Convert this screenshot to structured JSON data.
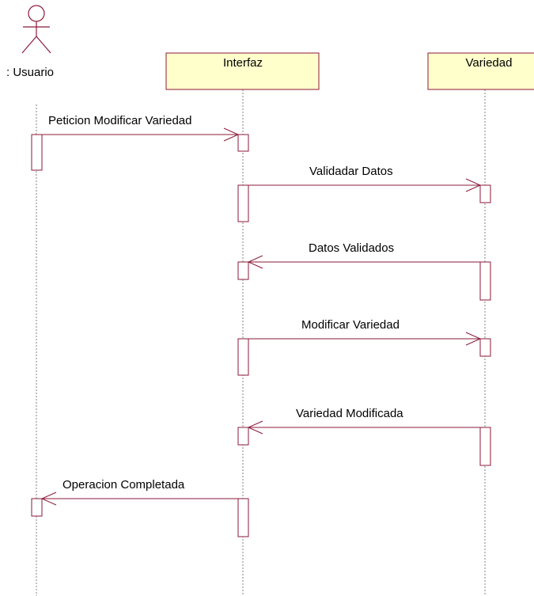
{
  "colors": {
    "line": "#8B1A3A",
    "lifeline": "#808080",
    "box_fill": "#FFFFCC",
    "text": "#000000",
    "background": "#FFFFFF"
  },
  "participants": {
    "usuario": {
      "label": ": Usuario",
      "type": "actor"
    },
    "interfaz": {
      "label": "Interfaz",
      "type": "object"
    },
    "variedad": {
      "label": "Variedad",
      "type": "object"
    }
  },
  "messages": [
    {
      "label": "Peticion Modificar Variedad",
      "from": "usuario",
      "to": "interfaz"
    },
    {
      "label": "Validadar Datos",
      "from": "interfaz",
      "to": "variedad"
    },
    {
      "label": "Datos Validados",
      "from": "variedad",
      "to": "interfaz"
    },
    {
      "label": "Modificar Variedad",
      "from": "interfaz",
      "to": "variedad"
    },
    {
      "label": "Variedad Modificada",
      "from": "variedad",
      "to": "interfaz"
    },
    {
      "label": "Operacion Completada",
      "from": "interfaz",
      "to": "usuario"
    }
  ]
}
